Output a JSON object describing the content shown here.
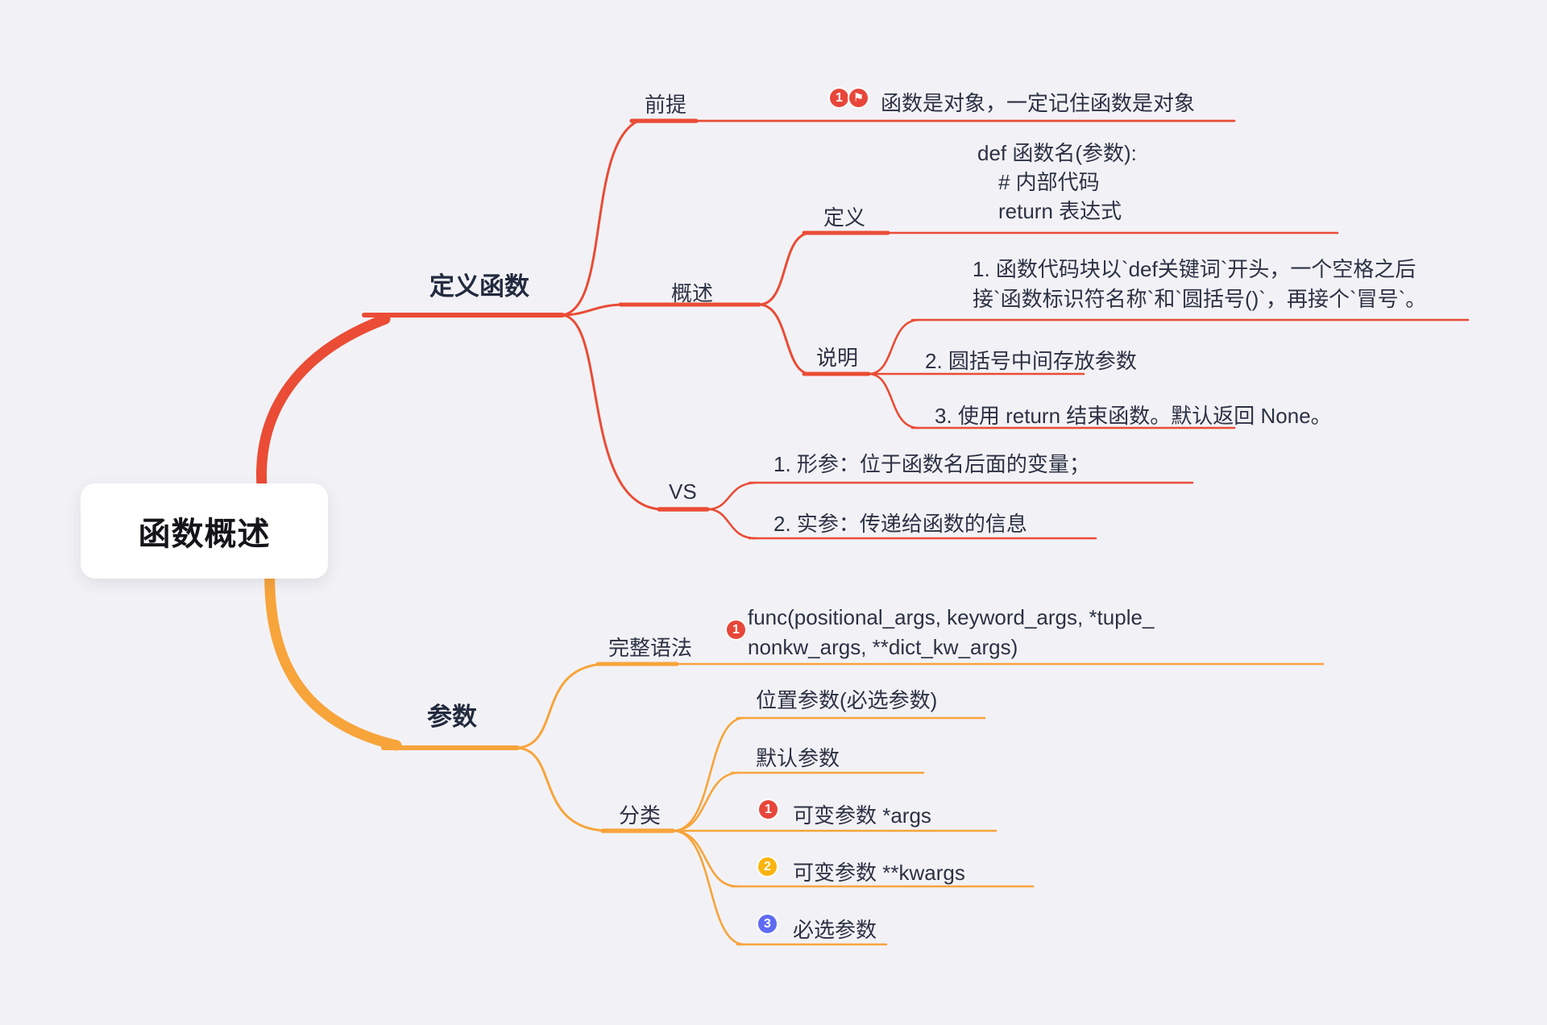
{
  "colors": {
    "background": "#F2F2F6",
    "branch_red": "#EA4C35",
    "branch_orange": "#F7A43B",
    "text": "#2C3144",
    "root_text": "#141419",
    "badge_red": "#E8463A",
    "badge_yellow": "#F9B40F",
    "badge_blue": "#5F6BF2"
  },
  "root": {
    "label": "函数概述"
  },
  "define": {
    "label": "定义函数",
    "premise": {
      "label": "前提",
      "marker_number": "1",
      "flag_icon": "⚑",
      "text": "函数是对象，一定记住函数是对象"
    },
    "overview": {
      "label": "概述",
      "definition": {
        "label": "定义",
        "code_line1": "def 函数名(参数):",
        "code_line2": "# 内部代码",
        "code_line3": "return 表达式"
      },
      "notes": {
        "label": "说明",
        "item1_line1": "1. 函数代码块以`def关键词`开头，一个空格之后",
        "item1_line2": "接`函数标识符名称`和`圆括号()`，再接个`冒号`。",
        "item2": "2. 圆括号中间存放参数",
        "item3": "3. 使用 return 结束函数。默认返回 None。"
      }
    },
    "vs": {
      "label": "VS",
      "item1": "1. 形参：位于函数名后面的变量；",
      "item2": "2. 实参：传递给函数的信息"
    }
  },
  "params": {
    "label": "参数",
    "syntax": {
      "label": "完整语法",
      "marker_number": "1",
      "line1": "func(positional_args, keyword_args, *tuple_",
      "line2": "nonkw_args, **dict_kw_args)"
    },
    "category": {
      "label": "分类",
      "item1": "位置参数(必选参数)",
      "item2": "默认参数",
      "item3": {
        "marker_number": "1",
        "text": "可变参数 *args"
      },
      "item4": {
        "marker_number": "2",
        "text": "可变参数 **kwargs"
      },
      "item5": {
        "marker_number": "3",
        "text": "必选参数"
      }
    }
  }
}
